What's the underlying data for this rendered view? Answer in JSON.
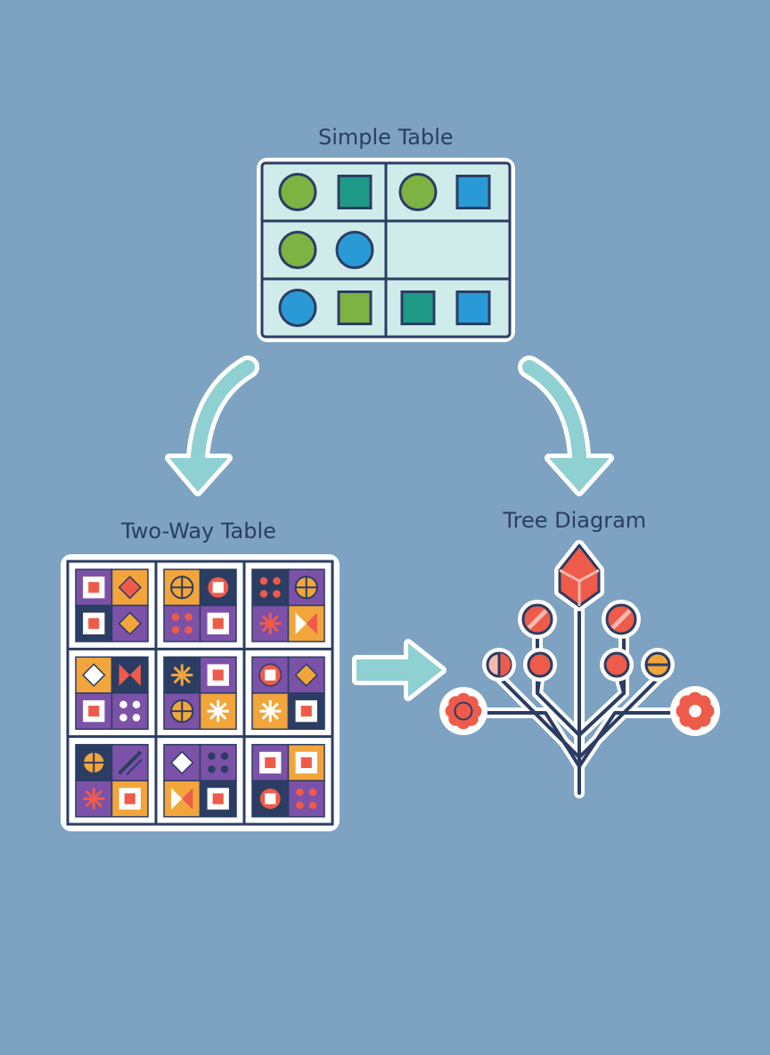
{
  "colors": {
    "background": "#7ea3c2",
    "label": "#2b3d63",
    "outline": "#2b3d63",
    "table_fill": "#cfeceb",
    "green": "#7cb342",
    "teal": "#1f9a86",
    "blue": "#2a9ad6",
    "arrow": "#8fd0d2",
    "purple": "#7b52a8",
    "orange": "#f2a53a",
    "coral": "#ee5b4a",
    "navy": "#2b3d63",
    "node_light": "#f6b9ae"
  },
  "diagram": {
    "simple_table": {
      "title": "Simple Table",
      "rows": [
        {
          "left": [
            "green-circle",
            "teal-square"
          ],
          "right": [
            "green-circle",
            "blue-square"
          ]
        },
        {
          "left": [
            "green-circle",
            "blue-circle"
          ],
          "right": []
        },
        {
          "left": [
            "blue-circle",
            "green-square"
          ],
          "right": [
            "teal-square",
            "blue-square"
          ]
        }
      ]
    },
    "two_way_table": {
      "title": "Two-Way Table",
      "grid_size": 3,
      "tile_backgrounds": [
        "purple",
        "orange",
        "navy",
        "purple"
      ]
    },
    "tree_diagram": {
      "title": "Tree Diagram",
      "node_count": 9
    },
    "arrows": [
      {
        "from": "simple-table",
        "to": "two-way-table"
      },
      {
        "from": "simple-table",
        "to": "tree-diagram"
      },
      {
        "from": "two-way-table",
        "to": "tree-diagram"
      }
    ]
  }
}
